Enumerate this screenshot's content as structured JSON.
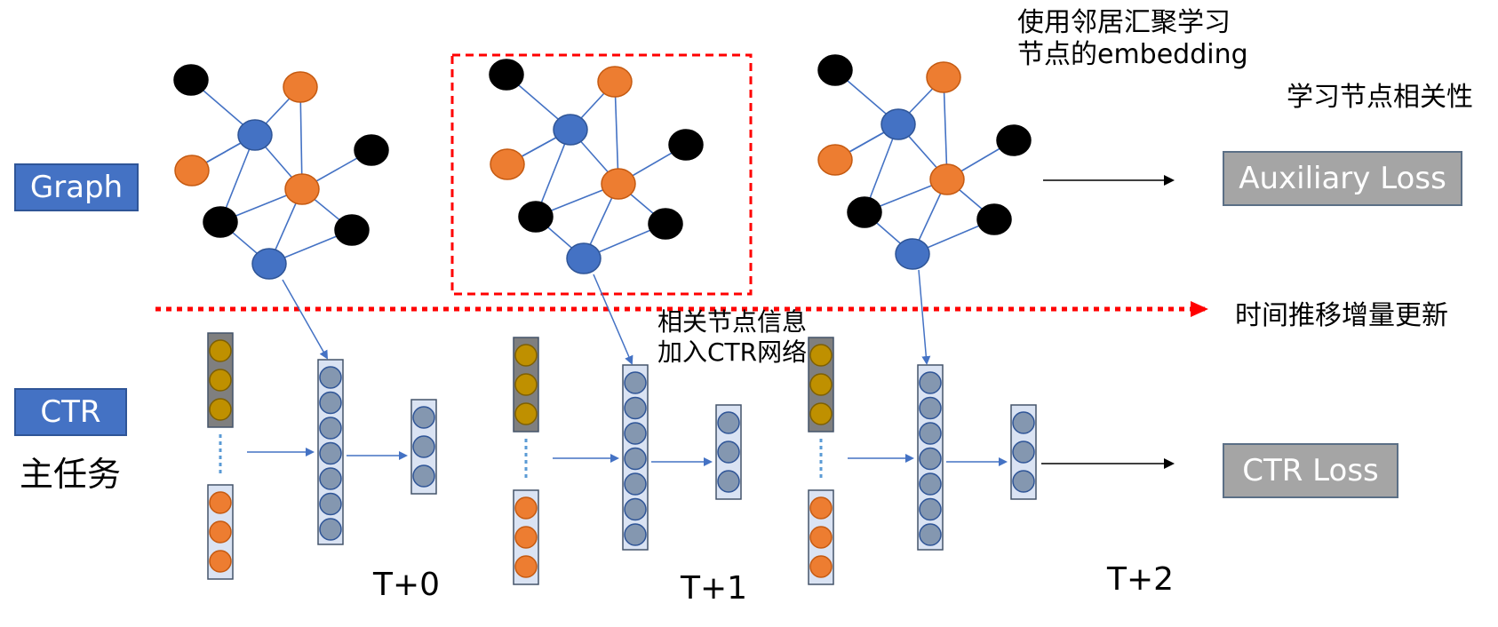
{
  "left_labels": {
    "graph": "Graph",
    "ctr": "CTR",
    "main_task": "主任务"
  },
  "annotations": {
    "neighbor_aggregation": [
      "使用邻居汇聚学习",
      "节点的embedding"
    ],
    "learn_relevance": "学习节点相关性",
    "incremental_update": "时间推移增量更新",
    "add_to_ctr": [
      "相关节点信息",
      "加入CTR网络"
    ]
  },
  "losses": {
    "auxiliary": "Auxiliary Loss",
    "ctr": "CTR Loss"
  },
  "time_steps": [
    "T+0",
    "T+1",
    "T+2"
  ],
  "colors": {
    "hub_node": "#4472C4",
    "user_node": "#ED7D31",
    "other_node": "#000000",
    "item_feature": "#BF9000",
    "hidden_unit": "#8497B0",
    "tag_blue": "#4472C4",
    "tag_gray": "#A5A5A5",
    "time_arrow": "#FF0000",
    "highlight_box": "#FF0000",
    "layer_fill": "#DAE3F3"
  }
}
